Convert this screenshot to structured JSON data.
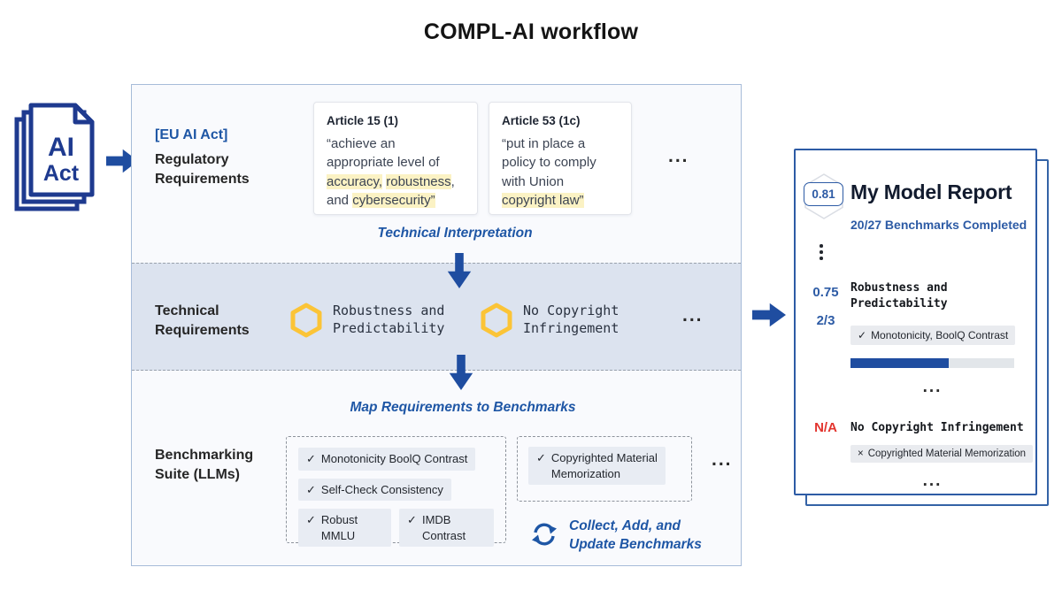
{
  "colors": {
    "brand_blue": "#1e56a5",
    "arrow_blue": "#1f4da0",
    "navy_icon": "#1e3a8f",
    "hexagon_yellow": "#fbc437",
    "highlight_yellow": "#fbf2c4",
    "band_background": "#dce3ef",
    "report_border": "#2d5ba5",
    "na_red": "#e2342e"
  },
  "title": "COMPL-AI workflow",
  "ai_act_icon": {
    "line1": "AI",
    "line2": "Act"
  },
  "workflow": {
    "regulatory": {
      "tag": "[EU AI Act]",
      "label": "Regulatory Requirements",
      "articles": [
        {
          "heading": "Article 15 (1)",
          "quote": [
            {
              "t": "“achieve an appropriate level of ",
              "h": false
            },
            {
              "t": "accuracy,",
              "h": true
            },
            {
              "t": " ",
              "h": false
            },
            {
              "t": "robustness",
              "h": true
            },
            {
              "t": ", and ",
              "h": false
            },
            {
              "t": "cybersecurity”",
              "h": true
            }
          ]
        },
        {
          "heading": "Article 53 (1c)",
          "quote": [
            {
              "t": "“put in place a policy to comply with Union ",
              "h": false
            },
            {
              "t": "copyright law”",
              "h": true
            }
          ]
        }
      ],
      "ellipsis": "..."
    },
    "step1_label": "Technical Interpretation",
    "technical": {
      "label": "Technical Requirements",
      "items": [
        {
          "name": "Robustness and\nPredictability"
        },
        {
          "name": "No Copyright\nInfringement"
        }
      ],
      "ellipsis": "..."
    },
    "step2_label": "Map Requirements to Benchmarks",
    "benchmarking": {
      "label": "Benchmarking Suite (LLMs)",
      "group1": [
        {
          "mark": "✓",
          "label": "Monotonicity BoolQ Contrast"
        },
        {
          "mark": "✓",
          "label": "Self-Check Consistency"
        },
        {
          "mark": "✓",
          "label": "Robust MMLU"
        },
        {
          "mark": "✓",
          "label": "IMDB Contrast"
        }
      ],
      "group2": [
        {
          "mark": "✓",
          "label": "Copyrighted Material\nMemorization"
        }
      ],
      "ellipsis": "...",
      "cycle_label": "Collect, Add, and\nUpdate Benchmarks"
    }
  },
  "report": {
    "score_badge": "0.81",
    "title": "My Model Report",
    "subtitle": "20/27 Benchmarks Completed",
    "entries": [
      {
        "score": "0.75",
        "count": "2/3",
        "name": "Robustness and\nPredictability",
        "chip": {
          "mark": "✓",
          "label": "Monotonicity, BoolQ Contrast"
        },
        "progress_pct": "60%",
        "ellipsis": "..."
      },
      {
        "score": "N/A",
        "name": "No Copyright Infringement",
        "chip": {
          "mark": "×",
          "label": "Copyrighted Material Memorization"
        },
        "ellipsis": "..."
      }
    ]
  }
}
